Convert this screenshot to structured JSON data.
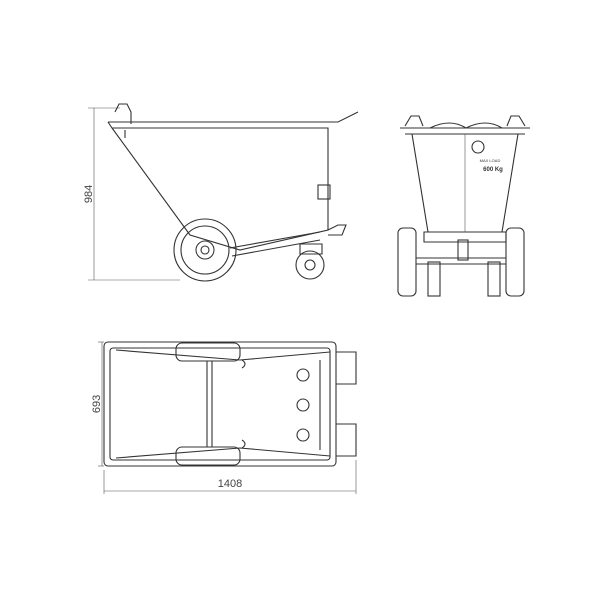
{
  "dimensions": {
    "height": "984",
    "width_depth": "693",
    "length": "1408"
  },
  "front_view_label": {
    "load_line1": "MAX LOAD",
    "load_value": "600 Kg"
  },
  "colors": {
    "line": "#333333",
    "background": "#ffffff"
  }
}
